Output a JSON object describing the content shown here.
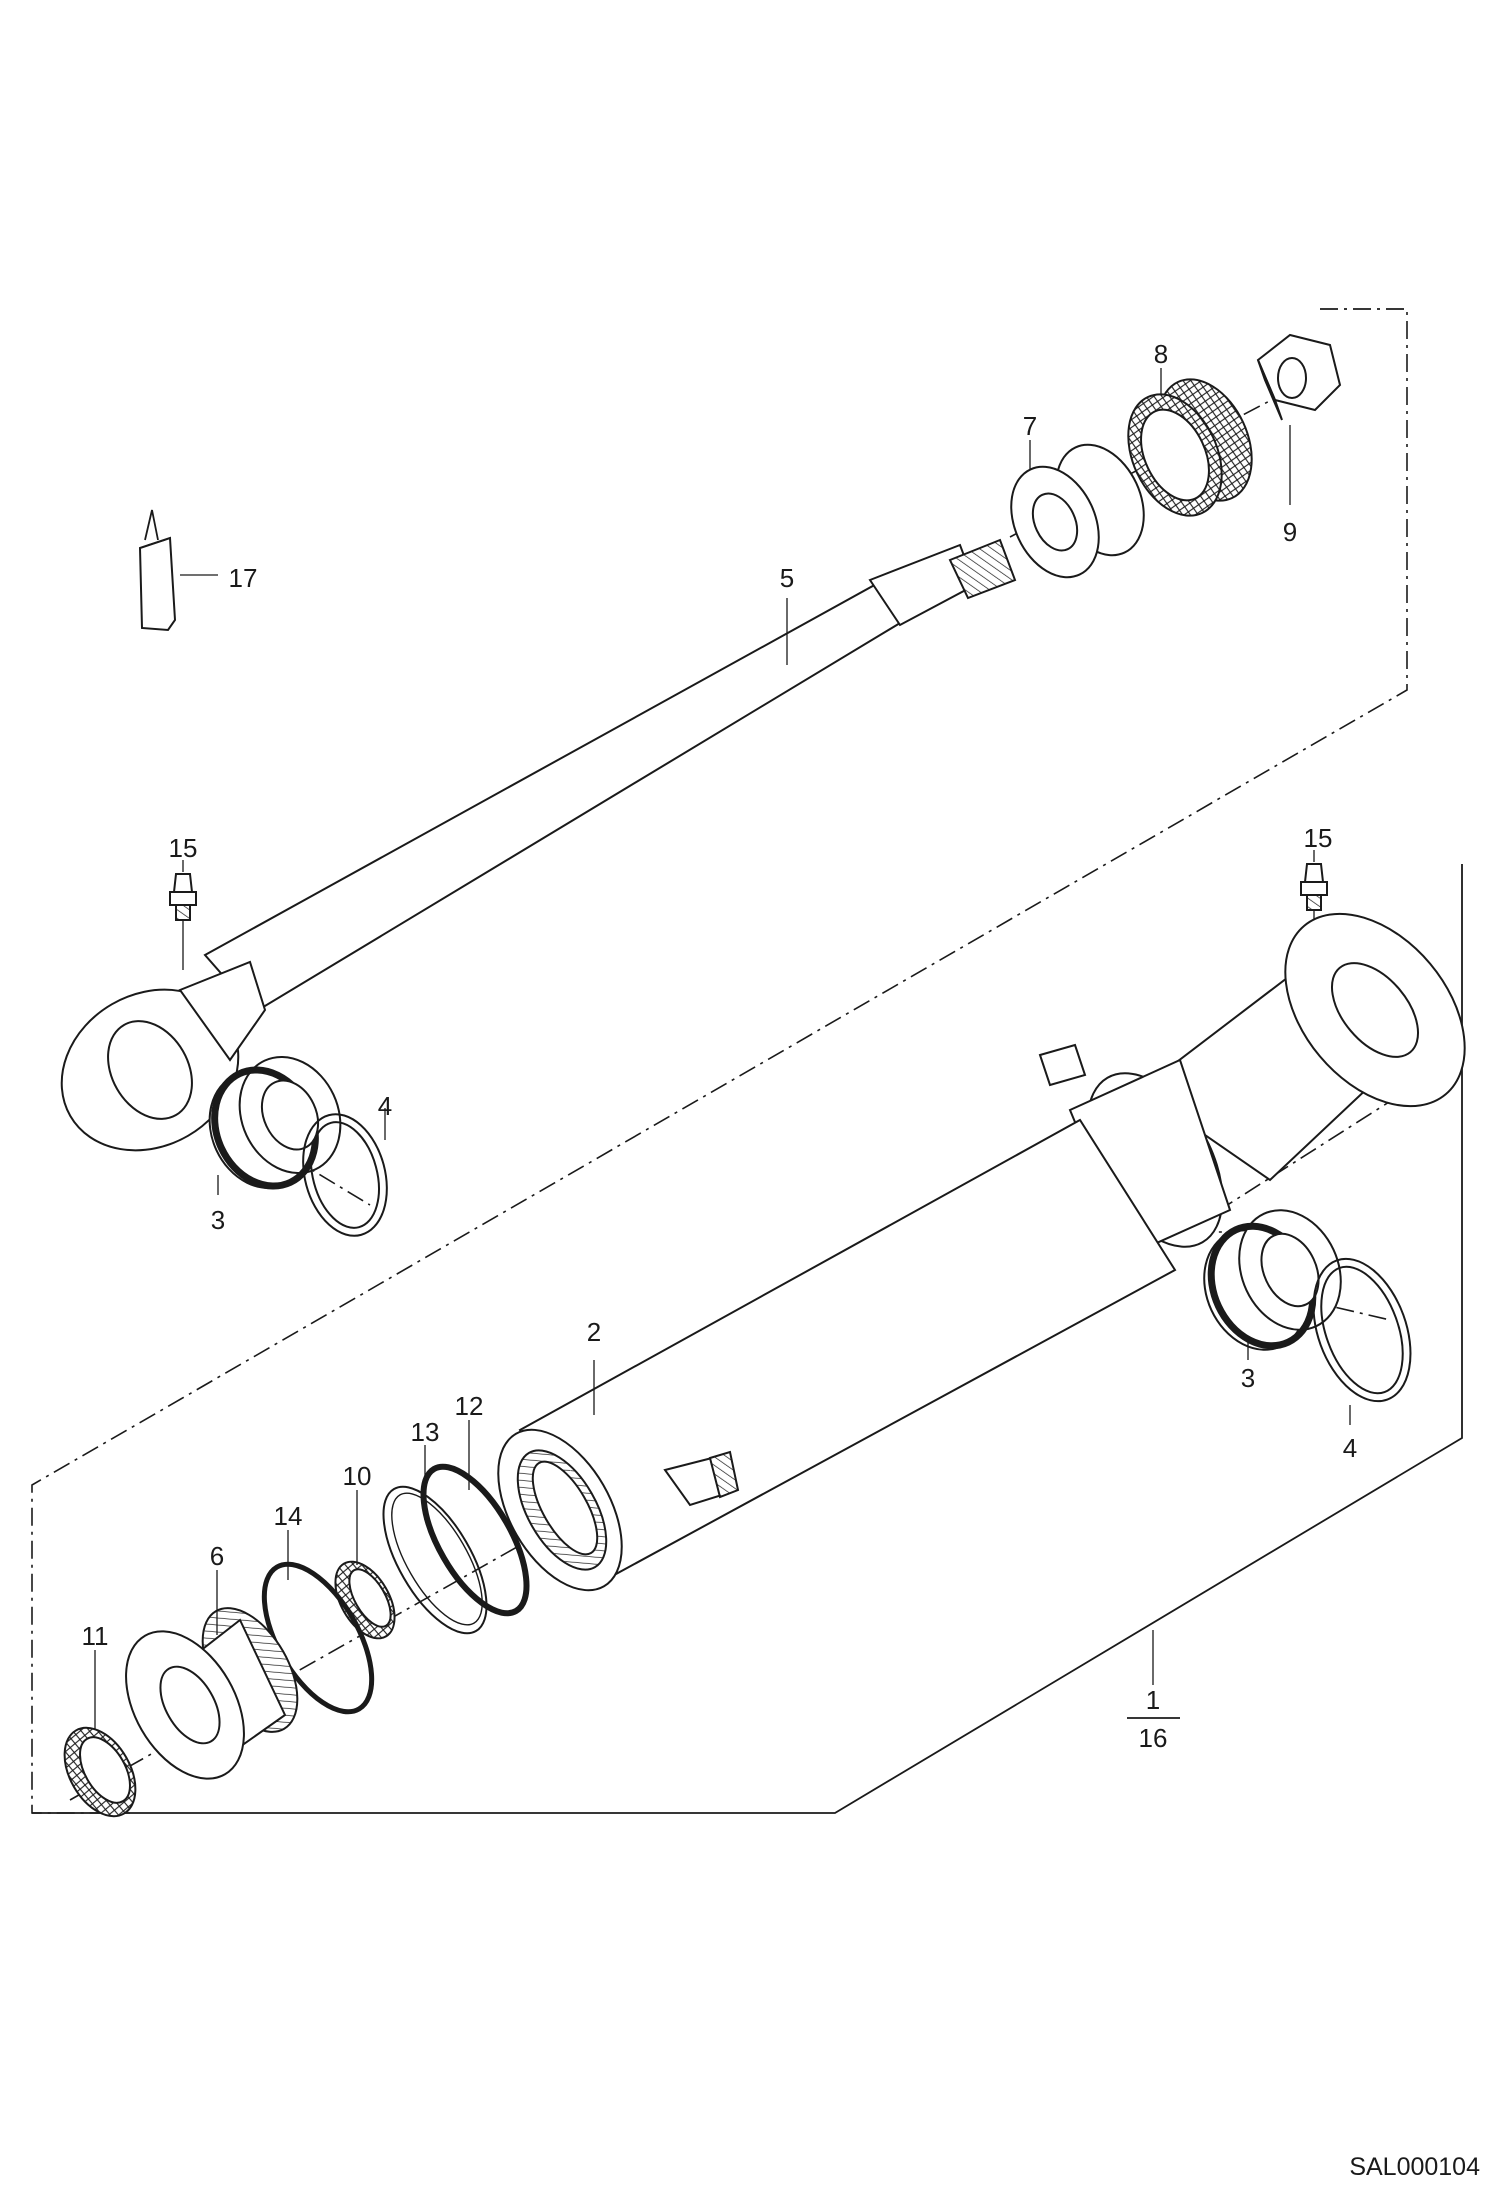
{
  "diagram": {
    "drawing_code": "SAL000104",
    "callouts": {
      "c1": "1",
      "c16": "16",
      "c2": "2",
      "c3a": "3",
      "c3b": "3",
      "c4a": "4",
      "c4b": "4",
      "c5": "5",
      "c6": "6",
      "c7": "7",
      "c8": "8",
      "c9": "9",
      "c10": "10",
      "c11": "11",
      "c12": "12",
      "c13": "13",
      "c14": "14",
      "c15a": "15",
      "c15b": "15",
      "c17": "17"
    }
  }
}
